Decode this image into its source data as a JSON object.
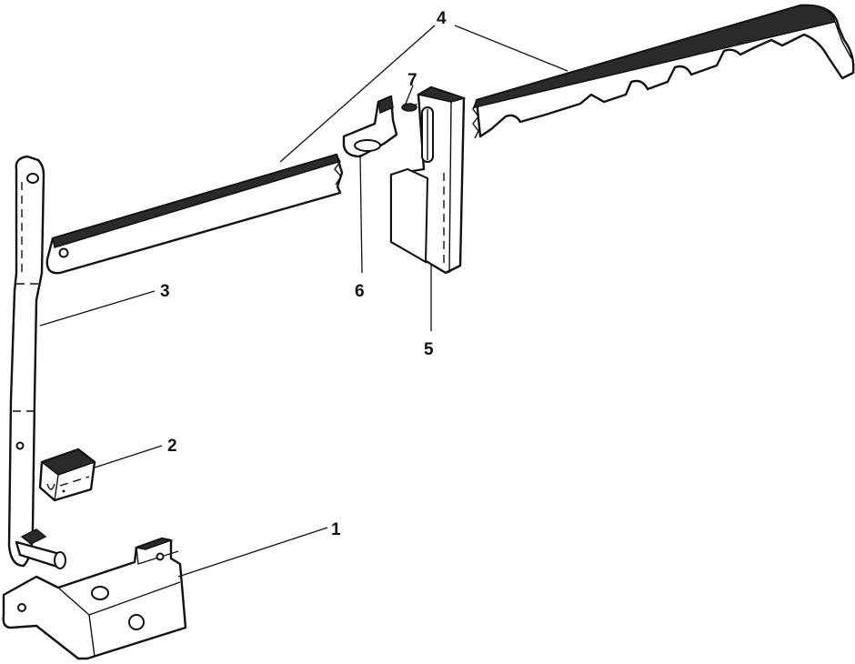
{
  "callouts": {
    "c1": "1",
    "c2": "2",
    "c3": "3",
    "c4": "4",
    "c5": "5",
    "c6": "6",
    "c7": "7"
  },
  "colors": {
    "ink": "#111111",
    "paper": "#ffffff"
  }
}
